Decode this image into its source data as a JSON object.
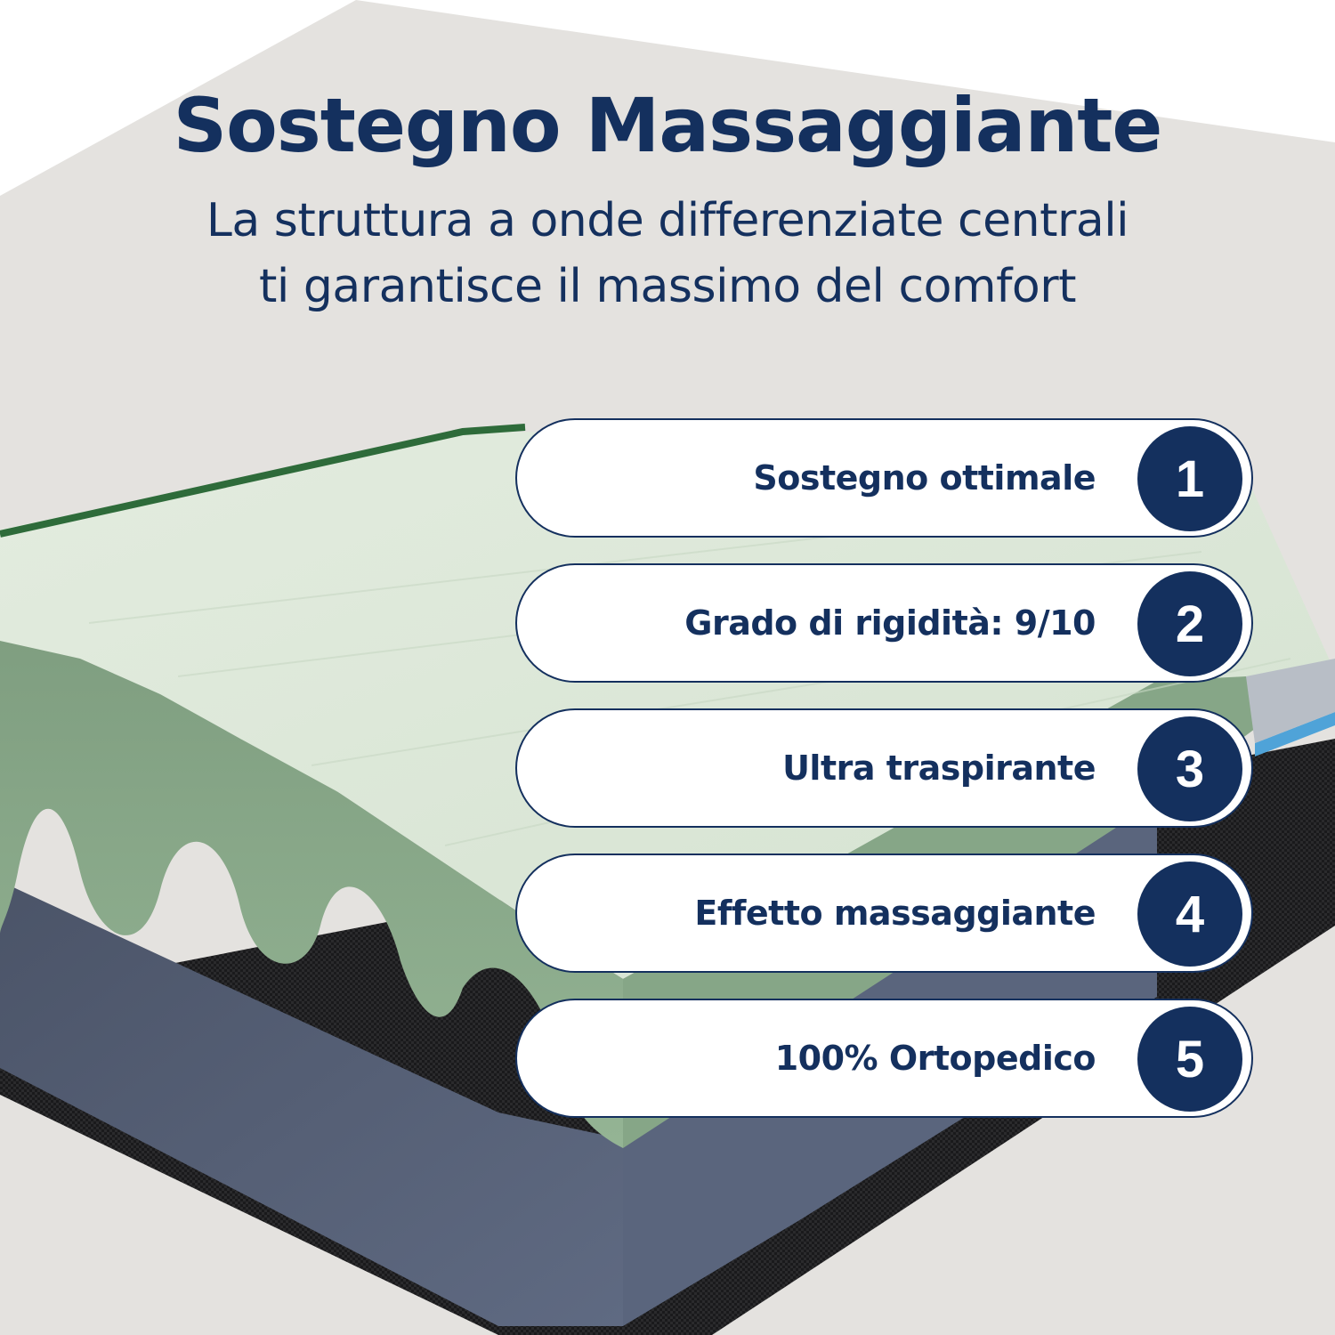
{
  "header": {
    "title": "Sostegno Massaggiante",
    "subtitle_line1": "La struttura a onde differenziate centrali",
    "subtitle_line2": "ti garantisce il massimo del comfort"
  },
  "features": [
    {
      "number": "1",
      "label": "Sostegno ottimale"
    },
    {
      "number": "2",
      "label": "Grado di rigidità: 9/10"
    },
    {
      "number": "3",
      "label": "Ultra traspirante"
    },
    {
      "number": "4",
      "label": "Effetto massaggiante"
    },
    {
      "number": "5",
      "label": "100% Ortopedico"
    }
  ],
  "colors": {
    "navy": "#14305e",
    "background_gray": "#e4e2df",
    "foam_top": "#dde8d8",
    "foam_green": "#88a888",
    "base_slate": "#566178",
    "fabric_black": "#1c1c1e"
  }
}
